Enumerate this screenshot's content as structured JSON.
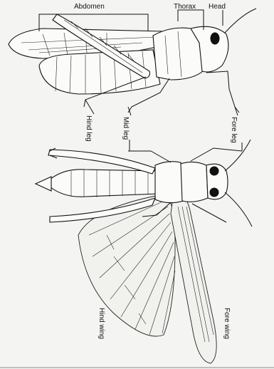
{
  "labels": {
    "abdomen": "Abdomen",
    "thorax": "Thorax",
    "head": "Head",
    "hind_leg": "Hind leg",
    "mid_leg": "Mid leg",
    "fore_leg": "Fore leg",
    "hind_wing": "Hind wing",
    "fore_wing": "Fore wing"
  }
}
